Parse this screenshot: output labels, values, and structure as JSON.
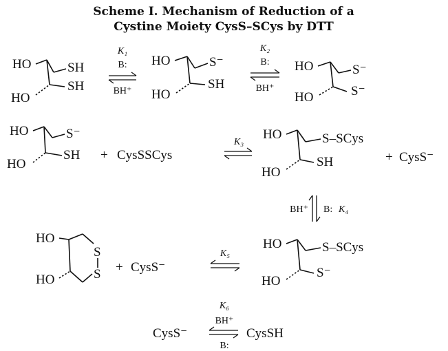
{
  "title": {
    "line1": "Scheme I. Mechanism of Reduction of a",
    "line2": "Cystine Moiety CysS–SCys by DTT"
  },
  "groups": {
    "ho": "HO",
    "sh": "SH",
    "s_minus": "S⁻",
    "s": "S",
    "s_scys": "S–SCys"
  },
  "species": {
    "plus": "+",
    "cysscys": "CysSSCys",
    "cyss_minus": "CysS⁻",
    "cyssh": "CysSH"
  },
  "conditions": {
    "base": "B:",
    "acid": "BH⁺",
    "k1": "K₁",
    "k2": "K₂",
    "k3": "K₃",
    "k4": "K₄",
    "k5": "K₅",
    "k6": "K₆"
  }
}
